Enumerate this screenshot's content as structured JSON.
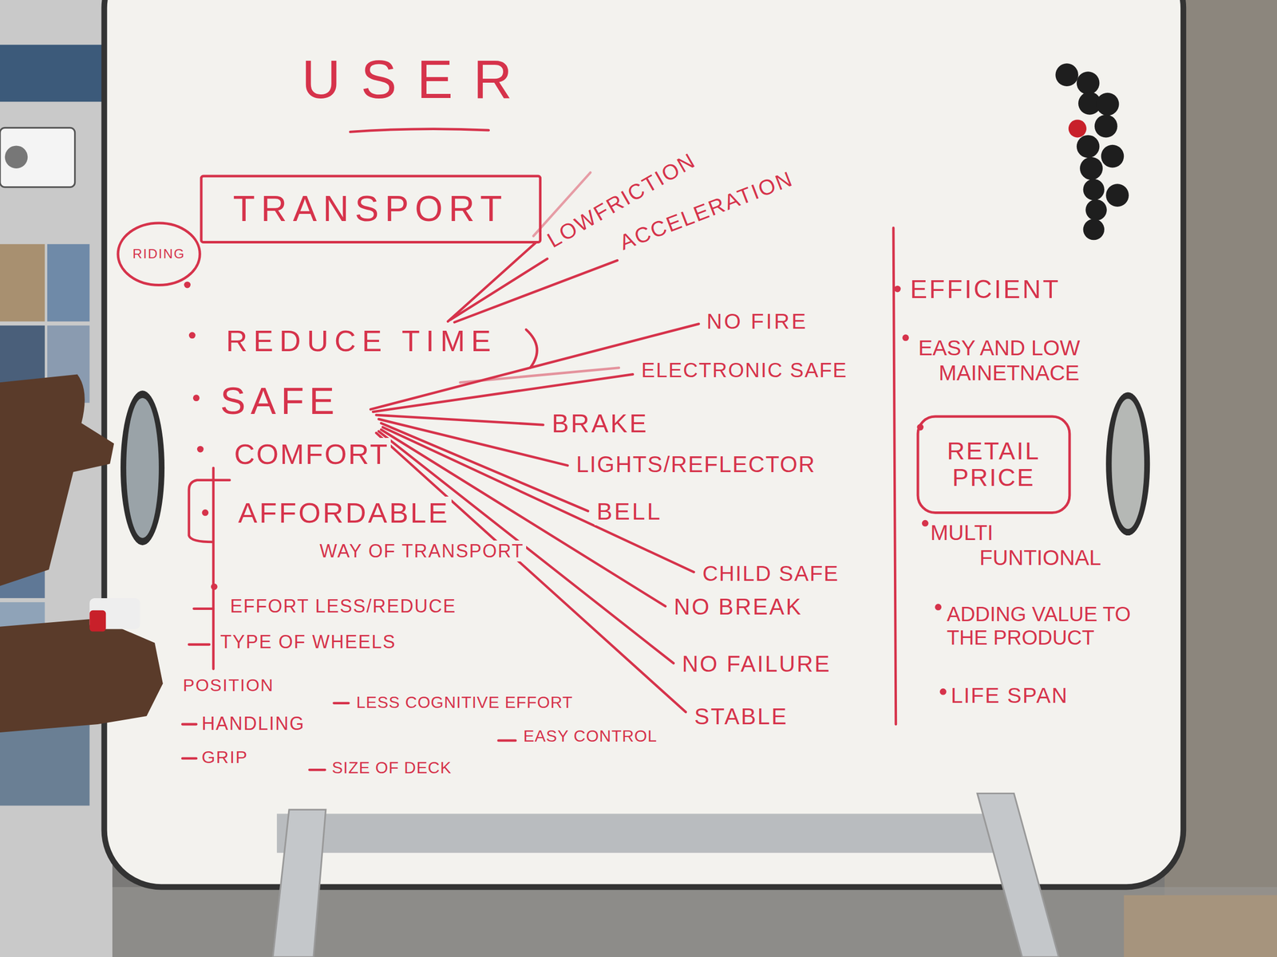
{
  "diagram": {
    "title": "USER",
    "nodes": [
      {
        "text": [
          "RIDING"
        ]
      },
      {
        "text": [
          "TRANSPORT"
        ]
      },
      {
        "text": [
          "RETAIL PRICE"
        ]
      }
    ],
    "labels": [
      "LOWFRICTION",
      "ACCELERATION",
      "REDUCE TIME",
      "SAFE",
      "COMFORT",
      "AFFORDABLE",
      "WAY OF TRANSPORT",
      "EFFORT LESS/REDUCE",
      "TYPE OF WHEELS",
      "POSITION",
      "LESS COGNITIVE EFFORT",
      "HANDLING",
      "EASY CONTROL",
      "GRIP",
      "SIZE OF DECK",
      "NO FIRE",
      "ELECTRONIC SAFE",
      "BRAKE",
      "LIGHTS/REFLECTOR",
      "BELL",
      "CHILD SAFE",
      "NO BREAK",
      "NO FAILURE",
      "STABLE",
      "EFFICIENT",
      "EASY AND LOW MAINETNACE",
      "MULTI FUNTIONAL",
      "ADDING VALUE TO THE PRODUCT",
      "LIFE SPAN"
    ]
  }
}
